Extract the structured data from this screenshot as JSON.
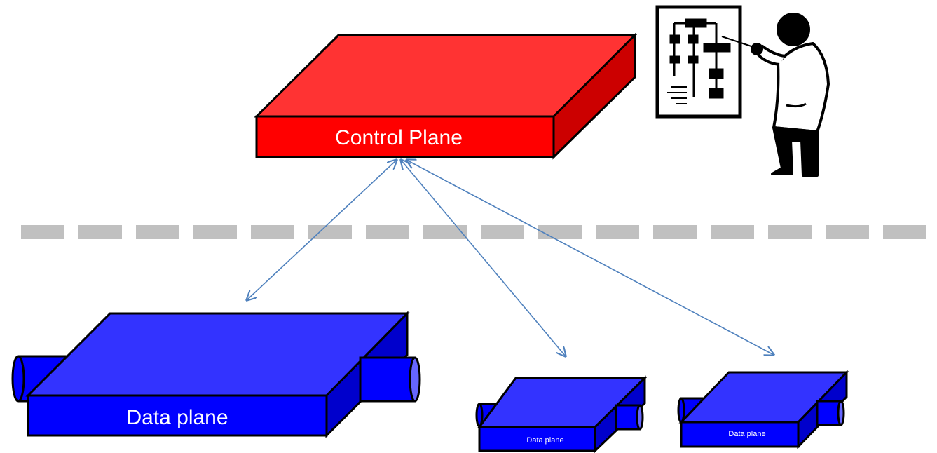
{
  "control_plane": {
    "label": "Control Plane",
    "colors": {
      "top": "#ff3333",
      "front": "#ff0000",
      "side": "#cc0000"
    }
  },
  "data_planes": [
    {
      "label": "Data plane"
    },
    {
      "label": "Data plane"
    },
    {
      "label": "Data plane"
    }
  ],
  "data_plane_colors": {
    "top": "#3333ff",
    "front": "#0000ff",
    "side": "#0000cc",
    "pipe_end": "#6666ff"
  },
  "separator": {
    "style": "dashed",
    "color": "#c0c0c0"
  },
  "connections": {
    "color": "#4f81bd",
    "count": 3
  },
  "figure": {
    "icon": "presenter-with-flowchart-icon"
  }
}
